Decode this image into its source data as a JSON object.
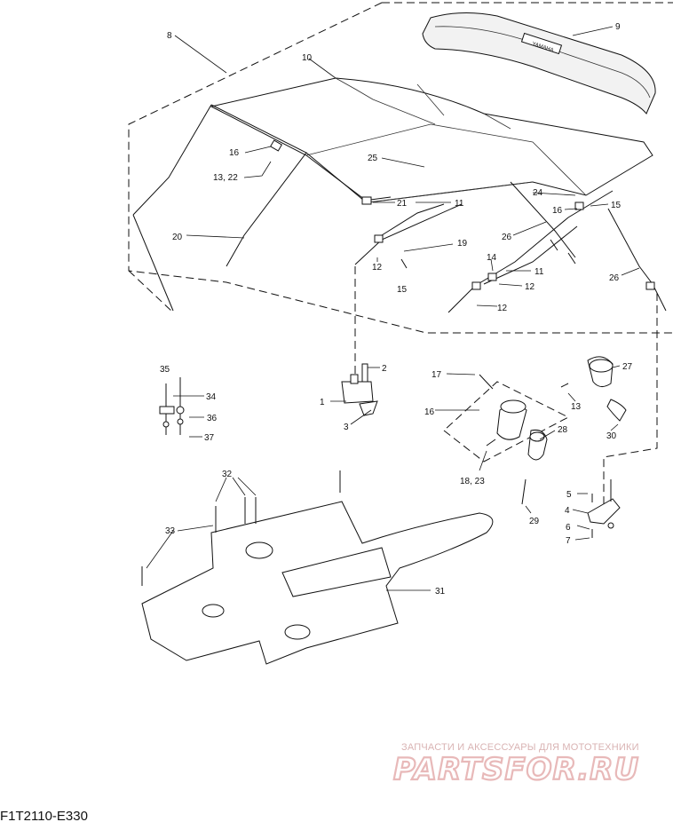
{
  "diagram_code": "F1T2110-E330",
  "watermark": {
    "tagline": "ЗАПЧАСТИ И АКСЕССУАРЫ ДЛЯ МОТОТЕХНИКИ",
    "brand": "PARTSFOR.RU"
  },
  "callouts": {
    "c8": "8",
    "c9": "9",
    "c10": "10",
    "c16a": "16",
    "c13_22": "13, 22",
    "c25": "25",
    "c21": "21",
    "c11a": "11",
    "c24": "24",
    "c16b": "16",
    "c15a": "15",
    "c26a": "26",
    "c20": "20",
    "c19": "19",
    "c14": "14",
    "c11b": "11",
    "c12a": "12",
    "c15b": "15",
    "c12b": "12",
    "c12c": "12",
    "c26b": "26",
    "c35": "35",
    "c2": "2",
    "c34": "34",
    "c1": "1",
    "c36": "36",
    "c3": "3",
    "c37": "37",
    "c17": "17",
    "c27": "27",
    "c16c": "16",
    "c13": "13",
    "c30": "30",
    "c28": "28",
    "c18_23": "18, 23",
    "c29": "29",
    "c32": "32",
    "c5": "5",
    "c4": "4",
    "c33": "33",
    "c6": "6",
    "c7": "7",
    "c31": "31"
  }
}
